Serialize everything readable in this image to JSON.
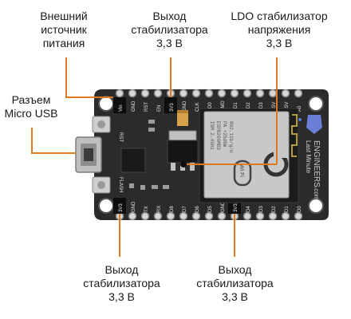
{
  "labels": {
    "ext_power": [
      "Внешний",
      "источник",
      "питания"
    ],
    "reg_top": [
      "Выход",
      "стабилизатора",
      "3,3 В"
    ],
    "ldo": [
      "LDO стабилизатор",
      "напряжения",
      "3,3 В"
    ],
    "usb": [
      "Разъем",
      "Micro USB"
    ],
    "reg_bottom_left": [
      "Выход",
      "стабилизатора",
      "3,3 В"
    ],
    "reg_bottom_right": [
      "Выход",
      "стабилизатора",
      "3,3 В"
    ]
  },
  "board": {
    "top_pins": [
      "Vin",
      "GND",
      "RST",
      "EN",
      "3V3",
      "GND",
      "CLK",
      "SD0",
      "CMD",
      "SD1",
      "SD2",
      "SD3",
      "RSV",
      "RSV",
      "A0"
    ],
    "bottom_pins": [
      "3V3",
      "GND",
      "TX",
      "RX",
      "D8",
      "D7",
      "D6",
      "D5",
      "GND",
      "3V3",
      "D4",
      "D3",
      "D2",
      "D1",
      "D0"
    ],
    "buttons": [
      "RST",
      "FLASH"
    ],
    "module_text": [
      "ESP8266MOD",
      "ISM 2.4GHz",
      "PA +25dBm",
      "802.11b/g/n"
    ],
    "brand": [
      "Last Minute",
      "ENGINEERS",
      ".com"
    ],
    "wifi_text": "Wi Fi"
  },
  "colors": {
    "board": "#2b2b2b",
    "pin_label_bg": "#0e0e0e",
    "leader": "#e07a1f",
    "shield": "#c8c8c8",
    "usb_metal": "#bfbfbf"
  }
}
